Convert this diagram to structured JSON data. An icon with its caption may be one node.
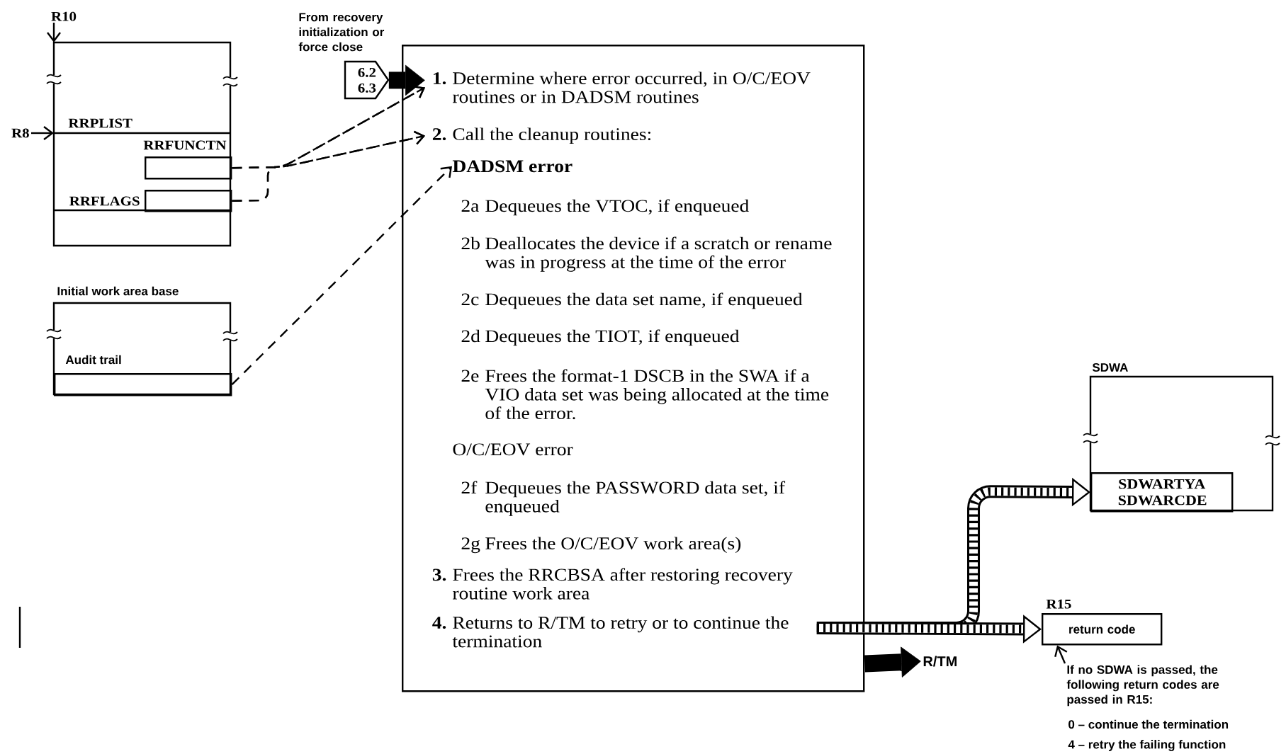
{
  "diagram": {
    "nodes": [
      {
        "text": [
          "R10"
        ]
      },
      {
        "text": [
          "R8"
        ]
      },
      {
        "text": [
          "RRPLIST"
        ]
      },
      {
        "text": [
          "RRFUNCTN"
        ],
        "in": 2
      },
      {
        "text": [
          "RRFLAGS"
        ],
        "in": 2
      },
      {
        "text": [
          "Initial work area base"
        ]
      },
      {
        "text": [
          "Audit trail"
        ],
        "in": 5
      },
      {
        "text": [
          "6.2 6.3"
        ],
        "beside": [
          "From recovery initialization or force close"
        ]
      },
      {
        "text": [],
        "shape": "box"
      },
      {
        "text": [
          "1.",
          "Determine where error occurred, in O/C/EOV routines or in DADSM routines"
        ],
        "in": 8
      },
      {
        "text": [
          "2.",
          "Call the cleanup routines:"
        ],
        "in": 8
      },
      {
        "text": [
          "DADSM error"
        ],
        "in": 8
      },
      {
        "text": [
          "2a",
          "Dequeues the VTOC, if enqueued"
        ],
        "in": 8
      },
      {
        "text": [
          "2b",
          "Deallocates the device if a scratch or rename was in progress at the time of the error"
        ],
        "in": 8
      },
      {
        "text": [
          "2c",
          "Dequeues the data set name, if enqueued"
        ],
        "in": 8
      },
      {
        "text": [
          "2d",
          "Dequeues the TIOT, if enqueued"
        ],
        "in": 8
      },
      {
        "text": [
          "2e",
          "Frees the format-1 DSCB in the SWA if a VIO data set was being allocated at the time of the error."
        ],
        "in": 8
      },
      {
        "text": [
          "O/C/EOV error"
        ],
        "in": 8
      },
      {
        "text": [
          "2f",
          "Dequeues the PASSWORD data set, if enqueued"
        ],
        "in": 8
      },
      {
        "text": [
          "2g",
          "Frees the O/C/EOV work area(s)"
        ],
        "in": 8
      },
      {
        "text": [
          "3.",
          "Frees the RRCBSA after restoring recovery routine work area"
        ],
        "in": 8
      },
      {
        "text": [
          "4.",
          "Returns to R/TM to retry or to continue the termination"
        ],
        "in": 8
      },
      {
        "text": [
          "R/TM"
        ]
      },
      {
        "text": [
          "SDWA"
        ]
      },
      {
        "text": [
          "SDWARTYA SDWARCDE"
        ],
        "in": 23
      },
      {
        "text": [
          "return code"
        ],
        "beside": [
          "R15"
        ]
      },
      {
        "text": [
          "If no SDWA is passed, the following return codes are passed in R15:"
        ]
      }
    ],
    "edges": [
      {
        "from": 0,
        "to": 2,
        "arrow": "to"
      },
      {
        "from": 1,
        "to": 2,
        "arrow": "to"
      },
      {
        "from": 3,
        "to": 9,
        "arrow": "to",
        "style": "dashed"
      },
      {
        "from": 3,
        "to": 10,
        "arrow": "to",
        "style": "dashed"
      },
      {
        "from": 4,
        "to": 9,
        "arrow": "to",
        "style": "dashed"
      },
      {
        "from": 4,
        "to": 10,
        "arrow": "to",
        "style": "dashed"
      },
      {
        "from": 6,
        "to": 11,
        "arrow": "to",
        "style": "dashed"
      },
      {
        "from": 7,
        "to": 9,
        "arrow": "to",
        "style": "thick"
      },
      {
        "from": 21,
        "to": 24,
        "arrow": "to",
        "style": "thick"
      },
      {
        "from": 21,
        "to": 25,
        "arrow": "to",
        "style": "thick"
      },
      {
        "from": 8,
        "to": 22,
        "arrow": "to",
        "style": "thick"
      },
      {
        "from": 26,
        "to": 25,
        "arrow": "to"
      }
    ],
    "labels": [
      "0 – continue the termination",
      "4 – retry the failing function"
    ]
  }
}
